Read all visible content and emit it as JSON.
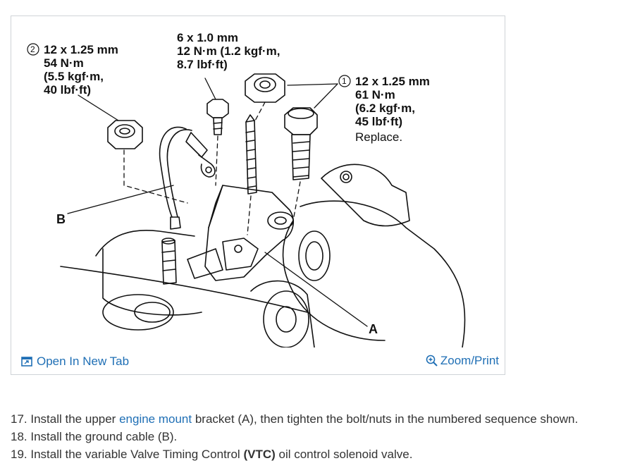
{
  "figure": {
    "callout_2": {
      "number": "2",
      "lines": [
        "12 x 1.25 mm",
        "54 N·m",
        "(5.5 kgf·m,",
        "40 lbf·ft)"
      ]
    },
    "callout_top": {
      "lines": [
        "6 x 1.0 mm",
        "12 N·m (1.2 kgf·m,",
        "8.7 lbf·ft)"
      ]
    },
    "callout_1": {
      "number": "1",
      "lines": [
        "12 x 1.25 mm",
        "61 N·m",
        "(6.2 kgf·m,",
        "45 lbf·ft)",
        "Replace."
      ]
    },
    "label_a": "A",
    "label_b": "B"
  },
  "footer": {
    "open_tab_label": "Open In New Tab",
    "zoom_print_label": "Zoom/Print",
    "open_tab_icon": "open-in-new-tab-icon",
    "zoom_icon": "magnifier-plus-icon"
  },
  "steps": [
    {
      "num": "17.",
      "pre": "Install the upper",
      "link": "engine mount",
      "post": "bracket (A), then tighten the bolt/nuts in the numbered sequence shown."
    },
    {
      "num": "18.",
      "text": "Install the ground cable (B)."
    },
    {
      "num": "19.",
      "pre": "Install the variable Valve Timing Control",
      "bold": "(VTC)",
      "post": "oil control solenoid valve."
    }
  ],
  "colors": {
    "link": "#1f6fb5",
    "text": "#333333",
    "border": "#cfd3d7"
  }
}
